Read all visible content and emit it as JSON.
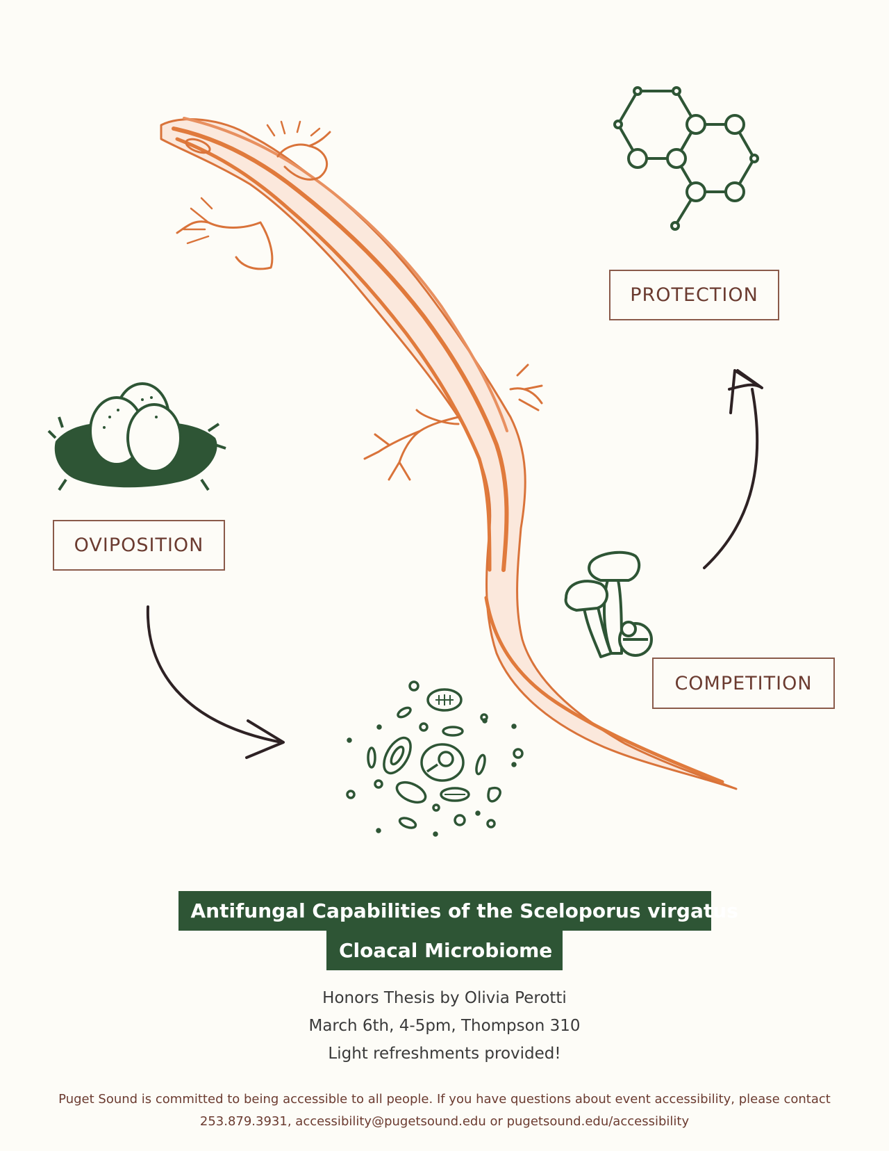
{
  "labels": {
    "protection": "PROTECTION",
    "oviposition": "OVIPOSITION",
    "competition": "COMPETITION"
  },
  "icons": {
    "lizard": "lizard-illustration",
    "molecule": "hexagon-molecule-icon",
    "eggs": "eggs-in-nest-icon",
    "mushrooms": "mushrooms-icon",
    "microbes": "microbes-icon",
    "arrows": "curved-arrow-icon"
  },
  "title": {
    "line1": "Antifungal Capabilities of the Sceloporus virgatus",
    "line2": "Cloacal Microbiome"
  },
  "details": {
    "byline": "Honors Thesis by Olivia Perotti",
    "when_where": "March 6th, 4-5pm, Thompson 310",
    "refreshments": "Light refreshments provided!"
  },
  "footer": {
    "line1": "Puget Sound is committed to being accessible to all people. If you have questions about event accessibility, please contact",
    "line2": "253.879.3931, accessibility@pugetsound.edu or pugetsound.edu/accessibility"
  },
  "colors": {
    "background": "#fdfcf7",
    "lizard_orange": "#d9733a",
    "icon_green": "#2e5535",
    "arrow_dark": "#2e2224",
    "label_border": "#8a5a4a",
    "title_bg": "#2e5535"
  }
}
